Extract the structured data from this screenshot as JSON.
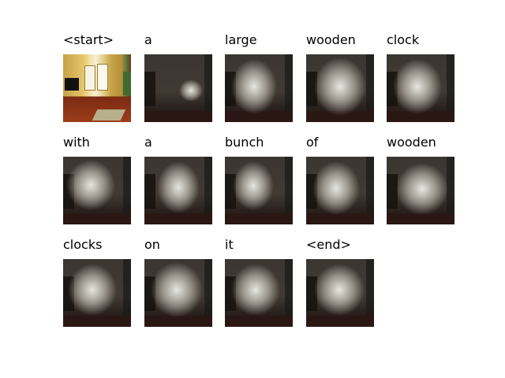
{
  "figure": {
    "panels": [
      {
        "label": "<start>",
        "kind": "photo"
      },
      {
        "label": "a",
        "kind": "attention"
      },
      {
        "label": "large",
        "kind": "attention"
      },
      {
        "label": "wooden",
        "kind": "attention"
      },
      {
        "label": "clock",
        "kind": "attention"
      },
      {
        "label": "with",
        "kind": "attention"
      },
      {
        "label": "a",
        "kind": "attention"
      },
      {
        "label": "bunch",
        "kind": "attention"
      },
      {
        "label": "of",
        "kind": "attention"
      },
      {
        "label": "wooden",
        "kind": "attention"
      },
      {
        "label": "clocks",
        "kind": "attention"
      },
      {
        "label": "on",
        "kind": "attention"
      },
      {
        "label": "it",
        "kind": "attention"
      },
      {
        "label": "<end>",
        "kind": "attention"
      }
    ]
  }
}
